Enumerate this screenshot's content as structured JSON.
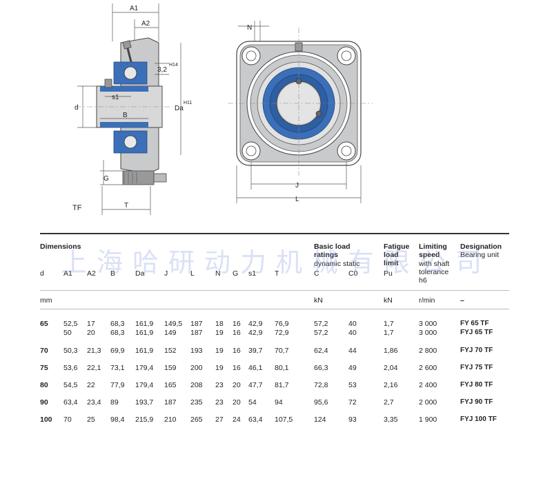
{
  "drawing": {
    "side_view_labels": [
      "A1",
      "A2",
      "3,2",
      "H14",
      "d",
      "s1",
      "B",
      "Da",
      "H11",
      "G",
      "T"
    ],
    "front_view_labels": [
      "N",
      "J",
      "L"
    ],
    "caption": "TF"
  },
  "table": {
    "section_titles": {
      "dimensions": "Dimensions",
      "load_ratings": "Basic load ratings",
      "load_ratings_sub": "dynamic static",
      "fatigue": "Fatigue load limit",
      "speed": "Limiting speed",
      "speed_sub": "with shaft tolerance h6",
      "designation": "Designation",
      "designation_sub": "Bearing unit"
    },
    "columns": [
      "d",
      "A1",
      "A2",
      "B",
      "Da",
      "J",
      "L",
      "N",
      "G",
      "s1",
      "T",
      "C",
      "C0",
      "Pu",
      "",
      ""
    ],
    "units": {
      "mm": "mm",
      "kN1": "kN",
      "kN2": "kN",
      "speed": "r/min",
      "desig": "–"
    },
    "rows": [
      [
        "65",
        "52,5",
        "17",
        "68,3",
        "161,9",
        "149,5",
        "187",
        "18",
        "16",
        "42,9",
        "76,9",
        "57,2",
        "40",
        "1,7",
        "3 000",
        "FY 65 TF"
      ],
      [
        "",
        "50",
        "20",
        "68,3",
        "161,9",
        "149",
        "187",
        "19",
        "16",
        "42,9",
        "72,9",
        "57,2",
        "40",
        "1,7",
        "3 000",
        "FYJ 65 TF"
      ],
      [
        "70",
        "50,3",
        "21,3",
        "69,9",
        "161,9",
        "152",
        "193",
        "19",
        "16",
        "39,7",
        "70,7",
        "62,4",
        "44",
        "1,86",
        "2 800",
        "FYJ 70 TF"
      ],
      [
        "75",
        "53,6",
        "22,1",
        "73,1",
        "179,4",
        "159",
        "200",
        "19",
        "16",
        "46,1",
        "80,1",
        "66,3",
        "49",
        "2,04",
        "2 600",
        "FYJ 75 TF"
      ],
      [
        "80",
        "54,5",
        "22",
        "77,9",
        "179,4",
        "165",
        "208",
        "23",
        "20",
        "47,7",
        "81,7",
        "72,8",
        "53",
        "2,16",
        "2 400",
        "FYJ 80 TF"
      ],
      [
        "90",
        "63,4",
        "23,4",
        "89",
        "193,7",
        "187",
        "235",
        "23",
        "20",
        "54",
        "94",
        "95,6",
        "72",
        "2,7",
        "2 000",
        "FYJ 90 TF"
      ],
      [
        "100",
        "70",
        "25",
        "98,4",
        "215,9",
        "210",
        "265",
        "27",
        "24",
        "63,4",
        "107,5",
        "124",
        "93",
        "3,35",
        "1 900",
        "FYJ 100 TF"
      ]
    ]
  },
  "watermark": "上海哈研动力机械有限公司",
  "colors": {
    "housing": "#c9cacc",
    "bearing_blue": "#3b6fb8",
    "text": "#222222"
  }
}
